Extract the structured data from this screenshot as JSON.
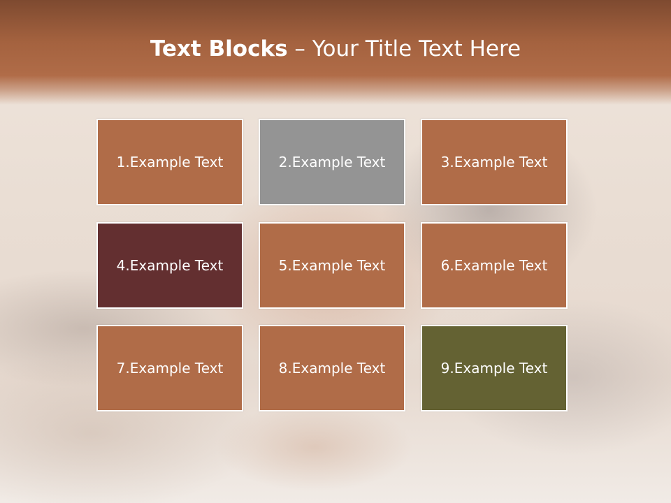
{
  "slide": {
    "title_bold": "Text Blocks",
    "title_separator": " – ",
    "title_rest": "Your Title Text Here"
  },
  "colors": {
    "header_brown": "#a4623f",
    "block_brown": "#b06c48",
    "block_gray": "#949494",
    "block_maroon": "#632f30",
    "block_olive": "#646233",
    "text_white": "#ffffff"
  },
  "blocks": [
    {
      "label": "1.Example Text",
      "color": "#b06c48"
    },
    {
      "label": "2.Example Text",
      "color": "#949494"
    },
    {
      "label": "3.Example Text",
      "color": "#b06c48"
    },
    {
      "label": "4.Example Text",
      "color": "#632f30"
    },
    {
      "label": "5.Example Text",
      "color": "#b06c48"
    },
    {
      "label": "6.Example Text",
      "color": "#b06c48"
    },
    {
      "label": "7.Example Text",
      "color": "#b06c48"
    },
    {
      "label": "8.Example Text",
      "color": "#b06c48"
    },
    {
      "label": "9.Example Text",
      "color": "#646233"
    }
  ]
}
